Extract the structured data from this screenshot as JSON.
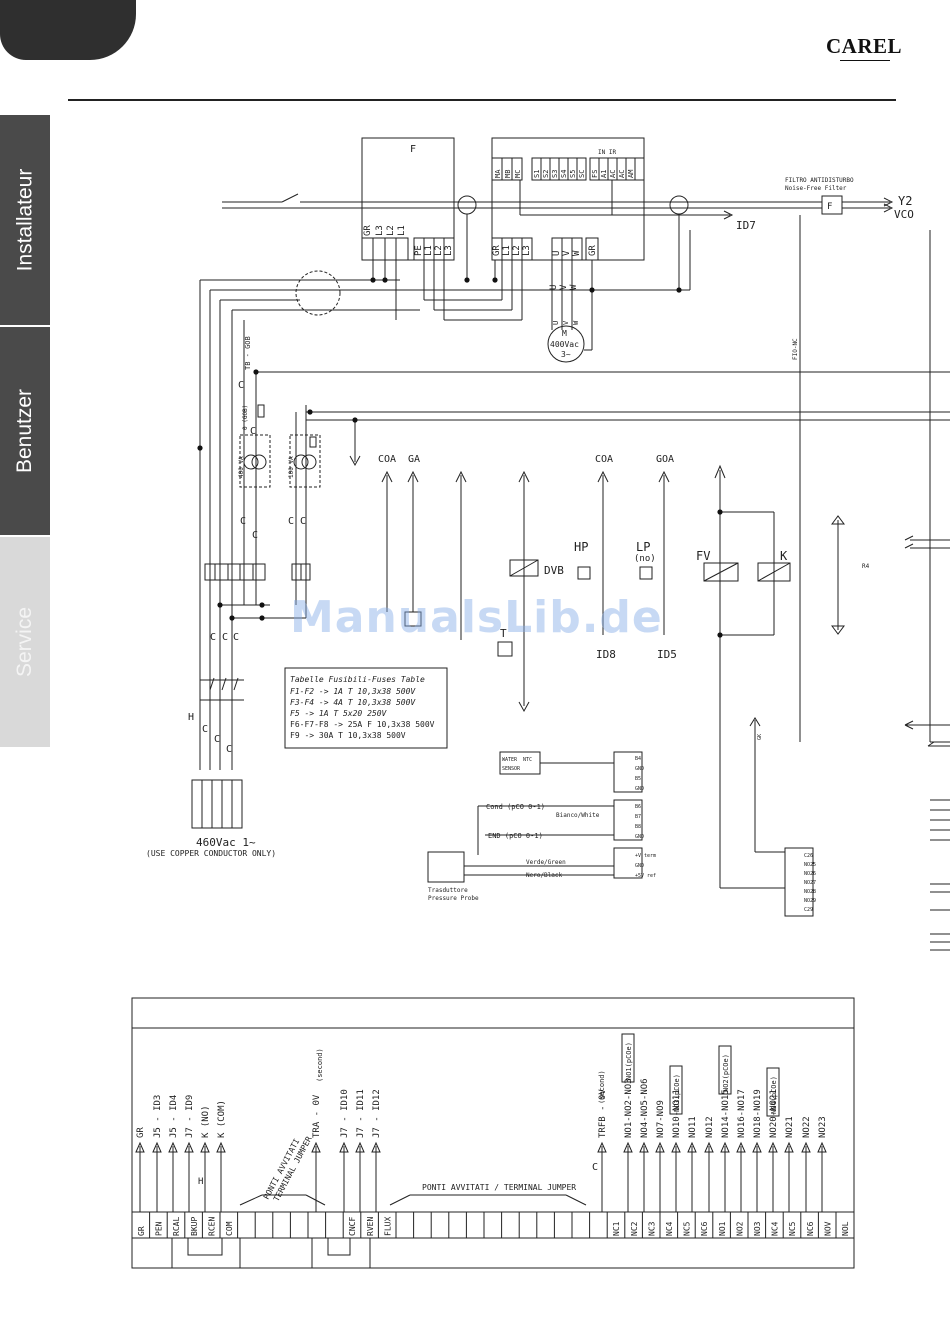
{
  "header": {
    "brand": "CAREL"
  },
  "sidebar": {
    "tabs": [
      {
        "label": "Installateur",
        "state": "inactive"
      },
      {
        "label": "Benutzer",
        "state": "inactive"
      },
      {
        "label": "Service",
        "state": "active"
      }
    ]
  },
  "watermark": "ManualsLib.de",
  "diagram": {
    "fuse_box_label": "F",
    "fuse_terminals": [
      "GR",
      "L3",
      "L2",
      "L1"
    ],
    "inverter_terminals_left": [
      "PE",
      "L1",
      "L2",
      "L3"
    ],
    "drive_terminals_bottom": [
      "GR",
      "L1",
      "L2",
      "L3",
      "U",
      "V",
      "W",
      "GR"
    ],
    "drive_terminals_top": [
      "MA",
      "MB",
      "MC",
      "S1",
      "S2",
      "S3",
      "S4",
      "S5",
      "SC",
      "FS",
      "A1",
      "AC",
      "AC",
      "AM"
    ],
    "drive_top_note": "IN IR",
    "filter_label_it": "FILTRO ANTIDISTURBO",
    "filter_label_en": "Noise-Free Filter",
    "filter_box": "F",
    "filter_out_1": "Y2",
    "filter_out_2": "VCO",
    "id7": "ID7",
    "motor_label": "M",
    "motor_voltage": "400Vac",
    "motor_phase": "3~",
    "motor_terminals": [
      "U",
      "V",
      "W"
    ],
    "vertical_label": "FIO-NC",
    "tb_label": "TB - GOB",
    "transformer_1": "400 VA",
    "transformer_1_sec": "0 (GOB)",
    "transformer_2": "100 VA",
    "phase_c": "C",
    "phase_h": "H",
    "coa_1": "COA",
    "ga": "GA",
    "coa_2": "COA",
    "goa": "GOA",
    "dvb": "DVB",
    "hp": "HP",
    "lp": "LP",
    "lp_note": "(no)",
    "fv": "FV",
    "k": "K",
    "r4": "R4",
    "id8": "ID8",
    "id5": "ID5",
    "t_label": "T",
    "gk": "GK",
    "fuse_table": [
      "Tabelle Fusibili-Fuses Table",
      "F1-F2 -> 1A T 10,3x38 500V",
      "F3-F4 -> 4A T 10,3x38 500V",
      "F5 -> 1A T 5x20 250V",
      "F6-F7-F8 -> 25A F 10,3x38 500V",
      "F9 -> 30A T 10,3x38 500V"
    ],
    "supply_voltage": "460Vac 1~",
    "supply_note": "(USE COPPER   CONDUCTOR   ONLY)",
    "water_sensor": [
      "WATER",
      "SENSOR",
      "NTC"
    ],
    "probe_block_1": [
      "B4",
      "GND",
      "B5",
      "GND"
    ],
    "probe_block_2": [
      "B6",
      "B7",
      "B8",
      "GND"
    ],
    "probe_block_3": [
      "+V term",
      "GND",
      "+5V ref"
    ],
    "cond_label": "Cond  (pCO 0-1)",
    "evap_label": "END  (pCO 0-1)",
    "wire_white": "Bianco/White",
    "wire_green": "Verde/Green",
    "wire_black": "Nero/Black",
    "probe_it": "Trasduttore",
    "probe_en": "Pressure Probe",
    "relay_block": [
      "C26",
      "NO25",
      "NO26",
      "NO27",
      "NO28",
      "NO29",
      "C29"
    ],
    "bottom_top_labels": [
      "GR",
      "J5 - ID3",
      "J5 - ID4",
      "J7 - ID9",
      "K (NO)",
      "K (COM)",
      "TRA - 0V",
      "J7 - ID10",
      "J7 - ID11",
      "J7 - ID12",
      "TRFB - 0V",
      "NO1-NO2-NO3",
      "NO4-NO5-NO6",
      "NO7-NO9",
      "NO10-NO11",
      "NO11",
      "NO12",
      "NO14-NO15",
      "NO16-NO17",
      "NO18-NO19",
      "NO20-NO21",
      "NO21",
      "NO22",
      "NO23"
    ],
    "boxed_labels": [
      "NO1(pCOe)",
      "NO3(pCOe)",
      "NO2(pCOe)",
      "NO4(pCOe)"
    ],
    "second_1": "(second)",
    "second_2": "(second)",
    "jumper_1": [
      "PONTI AVVITATI",
      "TERMINAL JUMPER"
    ],
    "jumper_2": "PONTI AVVITATI / TERMINAL JUMPER",
    "terminal_row": [
      "GR",
      "PEN",
      "RCAL",
      "BKUP",
      "RCEN",
      "COM",
      "",
      "",
      "",
      "",
      "",
      "",
      "CNCF",
      "RVEN",
      "FLUX",
      "",
      "",
      "",
      "",
      "",
      "",
      "",
      "",
      "",
      "",
      "",
      "",
      "NC1",
      "NC2",
      "NC3",
      "NC4",
      "NC5",
      "NC6",
      "NO1",
      "NO2",
      "NO3",
      "NC4",
      "NC5",
      "NC6",
      "NOV",
      "NOL"
    ]
  }
}
